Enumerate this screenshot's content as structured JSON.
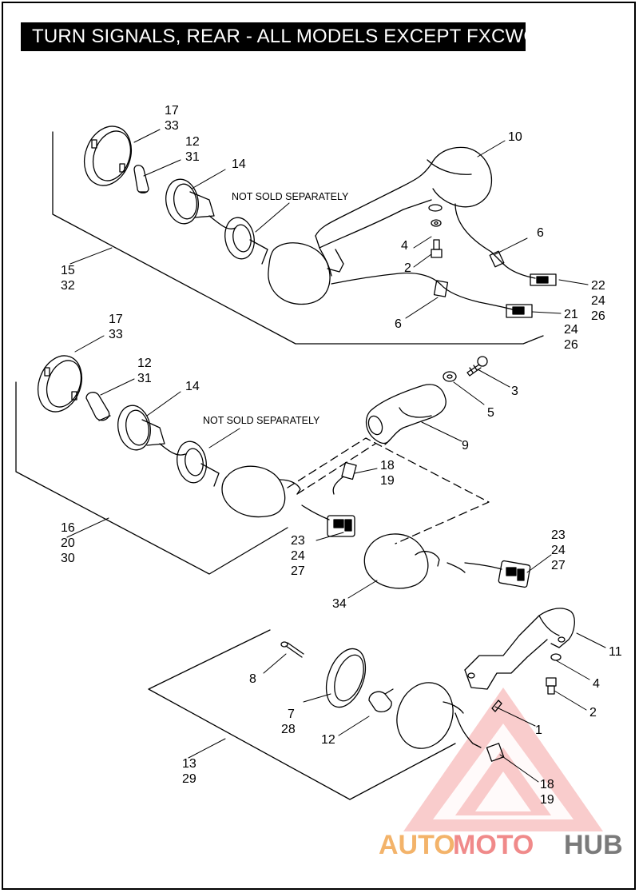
{
  "title": "TURN SIGNALS, REAR - ALL MODELS EXCEPT FXCWC",
  "notes": {
    "not_sold_top": "NOT SOLD SEPARATELY",
    "not_sold_mid": "NOT SOLD SEPARATELY"
  },
  "callouts": {
    "c17a": "17",
    "c33a": "33",
    "c12a": "12",
    "c31a": "31",
    "c14a": "14",
    "c10": "10",
    "c6a": "6",
    "c4a": "4",
    "c2a": "2",
    "c15": "15",
    "c32": "32",
    "c22": "22",
    "c24a": "24",
    "c26a": "26",
    "c6b": "6",
    "c21": "21",
    "c24b": "24",
    "c26b": "26",
    "c17b": "17",
    "c33b": "33",
    "c12b": "12",
    "c31b": "31",
    "c14b": "14",
    "c3": "3",
    "c5": "5",
    "c9": "9",
    "c18a": "18",
    "c19a": "19",
    "c16": "16",
    "c20": "20",
    "c30": "30",
    "c23a": "23",
    "c24c": "24",
    "c27a": "27",
    "c23b": "23",
    "c24d": "24",
    "c27b": "27",
    "c34": "34",
    "c11": "11",
    "c8": "8",
    "c4b": "4",
    "c2b": "2",
    "c7": "7",
    "c28": "28",
    "c1": "1",
    "c12c": "12",
    "c13": "13",
    "c29": "29",
    "c18b": "18",
    "c19b": "19"
  },
  "watermark": {
    "part1": "AUTO",
    "part2": "MOTO",
    "part3": "HUB",
    "logo_color": "#f08a8a"
  }
}
